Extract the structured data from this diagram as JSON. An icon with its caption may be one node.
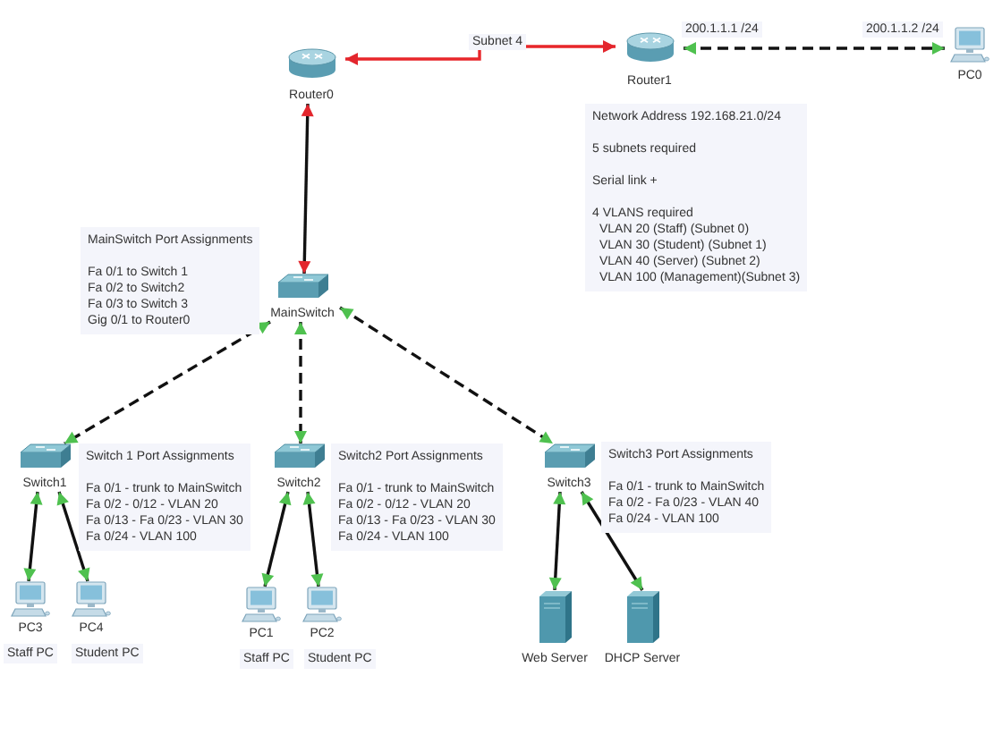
{
  "diagram": {
    "nodes": [
      {
        "text": [
          "Router0"
        ]
      },
      {
        "text": [
          "Router1"
        ]
      },
      {
        "text": [
          "PC0"
        ]
      },
      {
        "text": [
          "Network Address 192.168.21.0/24",
          "5 subnets required",
          "Serial link +",
          "4 VLANS required",
          "VLAN 20 (Staff) (Subnet 0)",
          "VLAN 30 (Student) (Subnet 1)",
          "VLAN 40 (Server) (Subnet 2)",
          "VLAN 100 (Management)(Subnet 3)"
        ]
      },
      {
        "text": [
          "MainSwitch Port Assignments",
          "Fa 0/1 to Switch 1",
          "Fa 0/2 to Switch2",
          "Fa 0/3 to Switch 3",
          "Gig 0/1 to Router0"
        ]
      },
      {
        "text": [
          "MainSwitch"
        ]
      },
      {
        "text": [
          "Switch1"
        ]
      },
      {
        "text": [
          "Switch 1 Port Assignments",
          "Fa 0/1 - trunk to MainSwitch",
          "Fa 0/2 - 0/12 - VLAN 20",
          "Fa 0/13 - Fa 0/23 - VLAN 30",
          "Fa 0/24 - VLAN 100"
        ]
      },
      {
        "text": [
          "Switch2"
        ]
      },
      {
        "text": [
          "Switch2 Port Assignments",
          "Fa 0/1 - trunk to MainSwitch",
          "Fa 0/2 - 0/12 - VLAN 20",
          "Fa 0/13 - Fa 0/23 - VLAN 30",
          "Fa 0/24 - VLAN 100"
        ]
      },
      {
        "text": [
          "Switch3"
        ]
      },
      {
        "text": [
          "Switch3 Port Assignments",
          "Fa 0/1 - trunk to MainSwitch",
          "Fa 0/2 - Fa 0/23 - VLAN 40",
          "Fa 0/24 - VLAN 100"
        ]
      },
      {
        "text": [
          "PC3"
        ],
        "beside": [
          "Staff PC"
        ]
      },
      {
        "text": [
          "PC4"
        ],
        "beside": [
          "Student PC"
        ]
      },
      {
        "text": [
          "PC1"
        ],
        "beside": [
          "Staff PC"
        ]
      },
      {
        "text": [
          "PC2"
        ],
        "beside": [
          "Student PC"
        ]
      },
      {
        "text": [
          "Web Server"
        ]
      },
      {
        "text": [
          "DHCP Server"
        ]
      }
    ],
    "edges": [
      {
        "from": 0,
        "to": 1,
        "arrow": "both",
        "label": "Subnet 4",
        "color": "#e8262a"
      },
      {
        "from": 0,
        "to": 5,
        "arrow": "both"
      },
      {
        "from": 1,
        "to": 2,
        "arrow": "both",
        "style": "dashed"
      },
      {
        "from": 5,
        "to": 6,
        "arrow": "both",
        "style": "dashed"
      },
      {
        "from": 5,
        "to": 8,
        "arrow": "both",
        "style": "dashed"
      },
      {
        "from": 5,
        "to": 10,
        "arrow": "both",
        "style": "dashed"
      },
      {
        "from": 6,
        "to": 12,
        "arrow": "both"
      },
      {
        "from": 6,
        "to": 13,
        "arrow": "both"
      },
      {
        "from": 8,
        "to": 14,
        "arrow": "both"
      },
      {
        "from": 8,
        "to": 15,
        "arrow": "both"
      },
      {
        "from": 10,
        "to": 16,
        "arrow": "both"
      },
      {
        "from": 10,
        "to": 17,
        "arrow": "both"
      }
    ],
    "labels": [
      "200.1.1.1 /24",
      "200.1.1.2 /24"
    ]
  }
}
